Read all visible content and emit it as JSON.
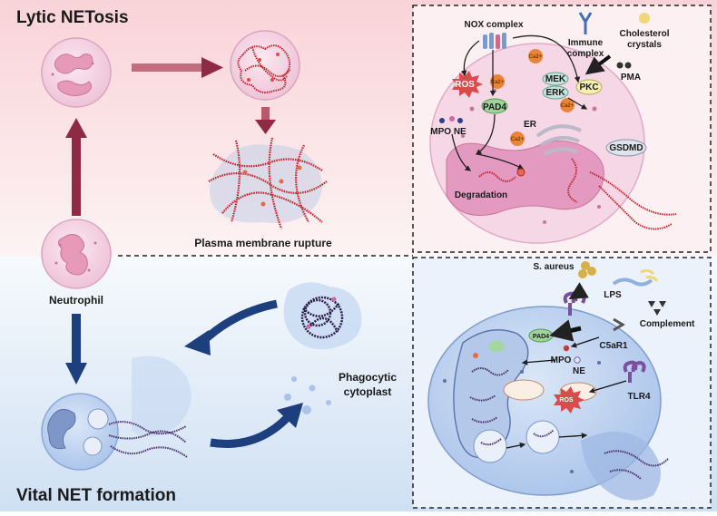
{
  "titles": {
    "lytic": "Lytic NETosis",
    "vital": "Vital NET formation"
  },
  "left_labels": {
    "neutrophil": "Neutrophil",
    "rupture": "Plasma membrane rupture",
    "phagocytic_line1": "Phagocytic",
    "phagocytic_line2": "cytoplast"
  },
  "lytic_panel": {
    "nox": "NOX complex",
    "immune_line1": "Immune",
    "immune_line2": "complex",
    "chol_line1": "Cholesterol",
    "chol_line2": "crystals",
    "pma": "PMA",
    "ros": "ROS",
    "pad4": "PAD4",
    "mpo_ne": "MPO NE",
    "mek": "MEK",
    "erk": "ERK",
    "pkc": "PKC",
    "er": "ER",
    "gsdmd": "GSDMD",
    "degradation": "Degradation",
    "ca": "Ca2+"
  },
  "vital_panel": {
    "saureus": "S. aureus",
    "lps": "LPS",
    "complement": "Complement",
    "c5ar1": "C5aR1",
    "pad4": "PAD4",
    "mpo": "MPO",
    "ne": "NE",
    "tlr4": "TLR4",
    "ros": "ROS"
  },
  "colors": {
    "lytic_bg": "#fbe3e6",
    "vital_bg": "#e5eff9",
    "lytic_arrow": "#8e2a44",
    "vital_arrow": "#1e3f7e",
    "pink_cell": "#f2cde0",
    "blue_cell": "#c2d6f1",
    "net_red": "#c0272d",
    "net_purple": "#4a2f6a"
  },
  "icons": [
    "neutrophil-cell",
    "net-fiber",
    "nox-receptor",
    "y-antibody",
    "calcium-ion",
    "mitochondrion",
    "tlr4-receptor"
  ]
}
